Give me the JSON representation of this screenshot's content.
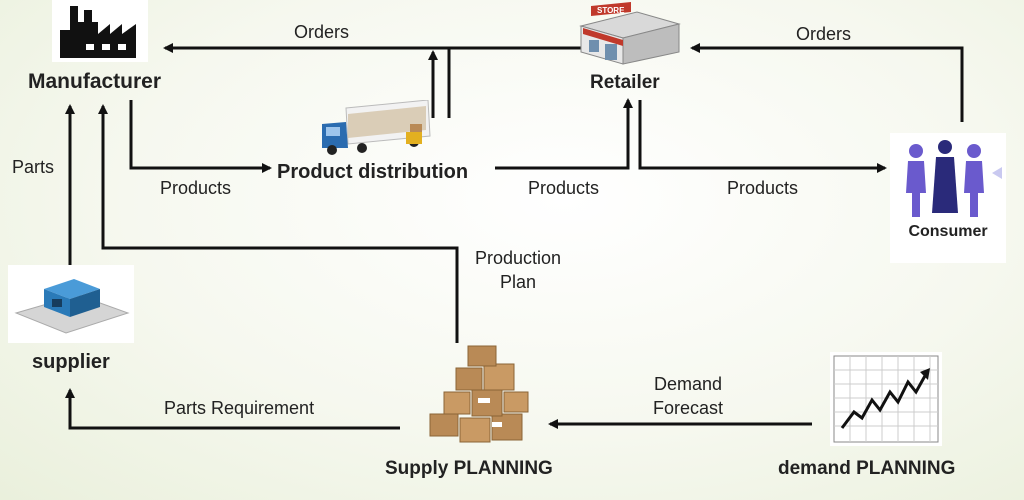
{
  "nodes": {
    "manufacturer": "Manufacturer",
    "retailer": "Retailer",
    "distribution": "Product distribution",
    "consumer": "Consumer",
    "supplier": "supplier",
    "supply_planning": "Supply PLANNING",
    "demand_planning": "demand PLANNING",
    "store_sign": "STORE"
  },
  "edges": {
    "orders_left": "Orders",
    "orders_right": "Orders",
    "parts": "Parts",
    "products_1": "Products",
    "products_2": "Products",
    "products_3": "Products",
    "production_plan_1": "Production",
    "production_plan_2": "Plan",
    "demand_forecast_1": "Demand",
    "demand_forecast_2": "Forecast",
    "parts_requirement": "Parts Requirement"
  },
  "colors": {
    "arrow": "#111111",
    "accent_purple": "#6a5acd",
    "store_red": "#c0392b",
    "building_blue": "#2a7ab8",
    "box_brown": "#b98a56"
  }
}
